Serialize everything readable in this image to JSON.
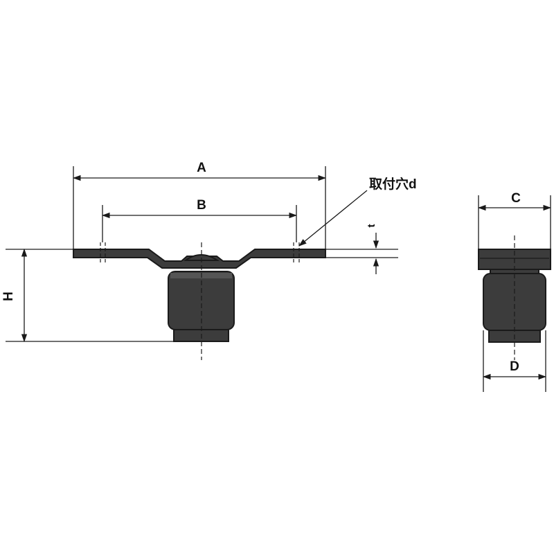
{
  "dimensions": {
    "A": "A",
    "B": "B",
    "C": "C",
    "D": "D",
    "H": "H",
    "t": "t"
  },
  "callout": "取付穴d",
  "colors": {
    "ink": "#1a1a1a",
    "body_fill": "#3c3c3c"
  }
}
